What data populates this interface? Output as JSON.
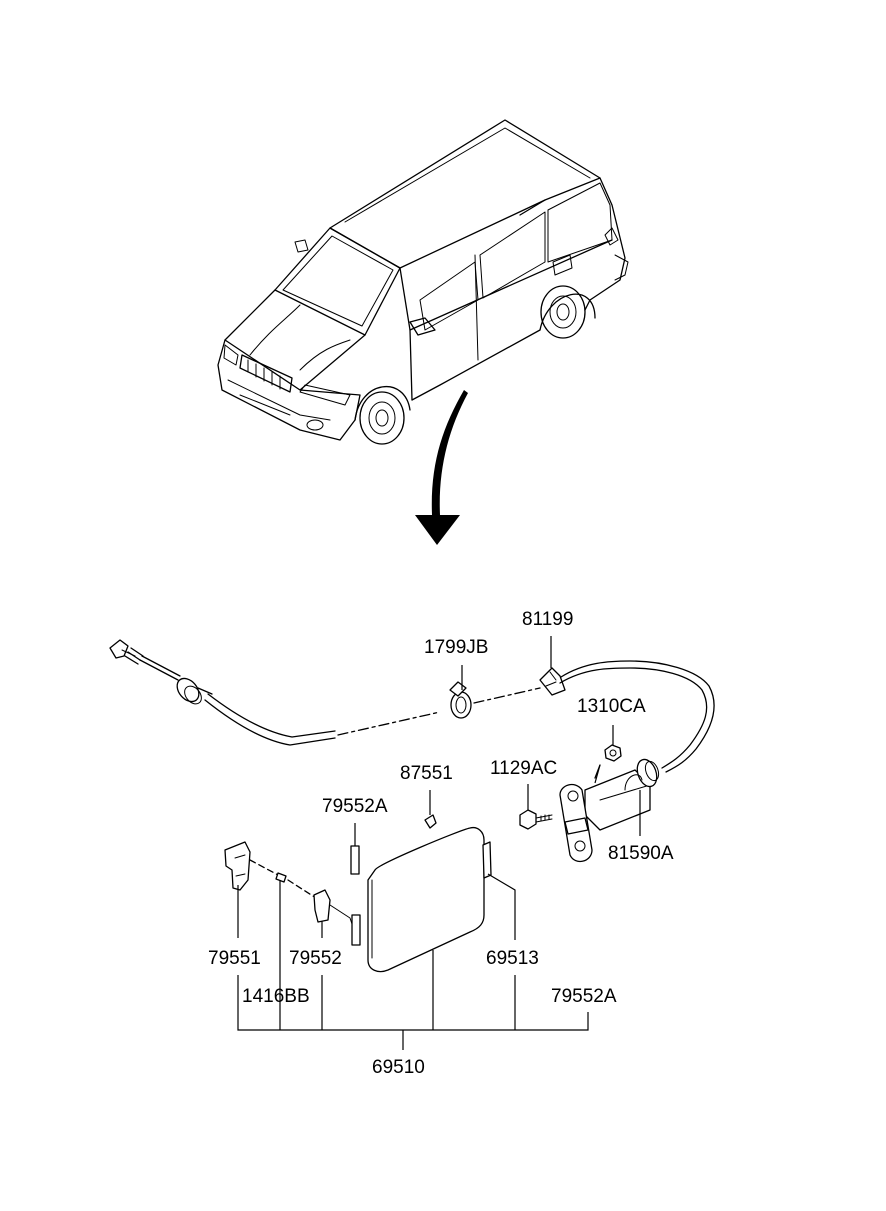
{
  "parts": {
    "p81199": "81199",
    "p1799JB": "1799JB",
    "p1310CA": "1310CA",
    "p1129AC": "1129AC",
    "p87551": "87551",
    "p79552A_top": "79552A",
    "p81590A": "81590A",
    "p79551": "79551",
    "p79552": "79552",
    "p69513": "69513",
    "p1416BB": "1416BB",
    "p79552A_bottom": "79552A",
    "p69510": "69510"
  }
}
